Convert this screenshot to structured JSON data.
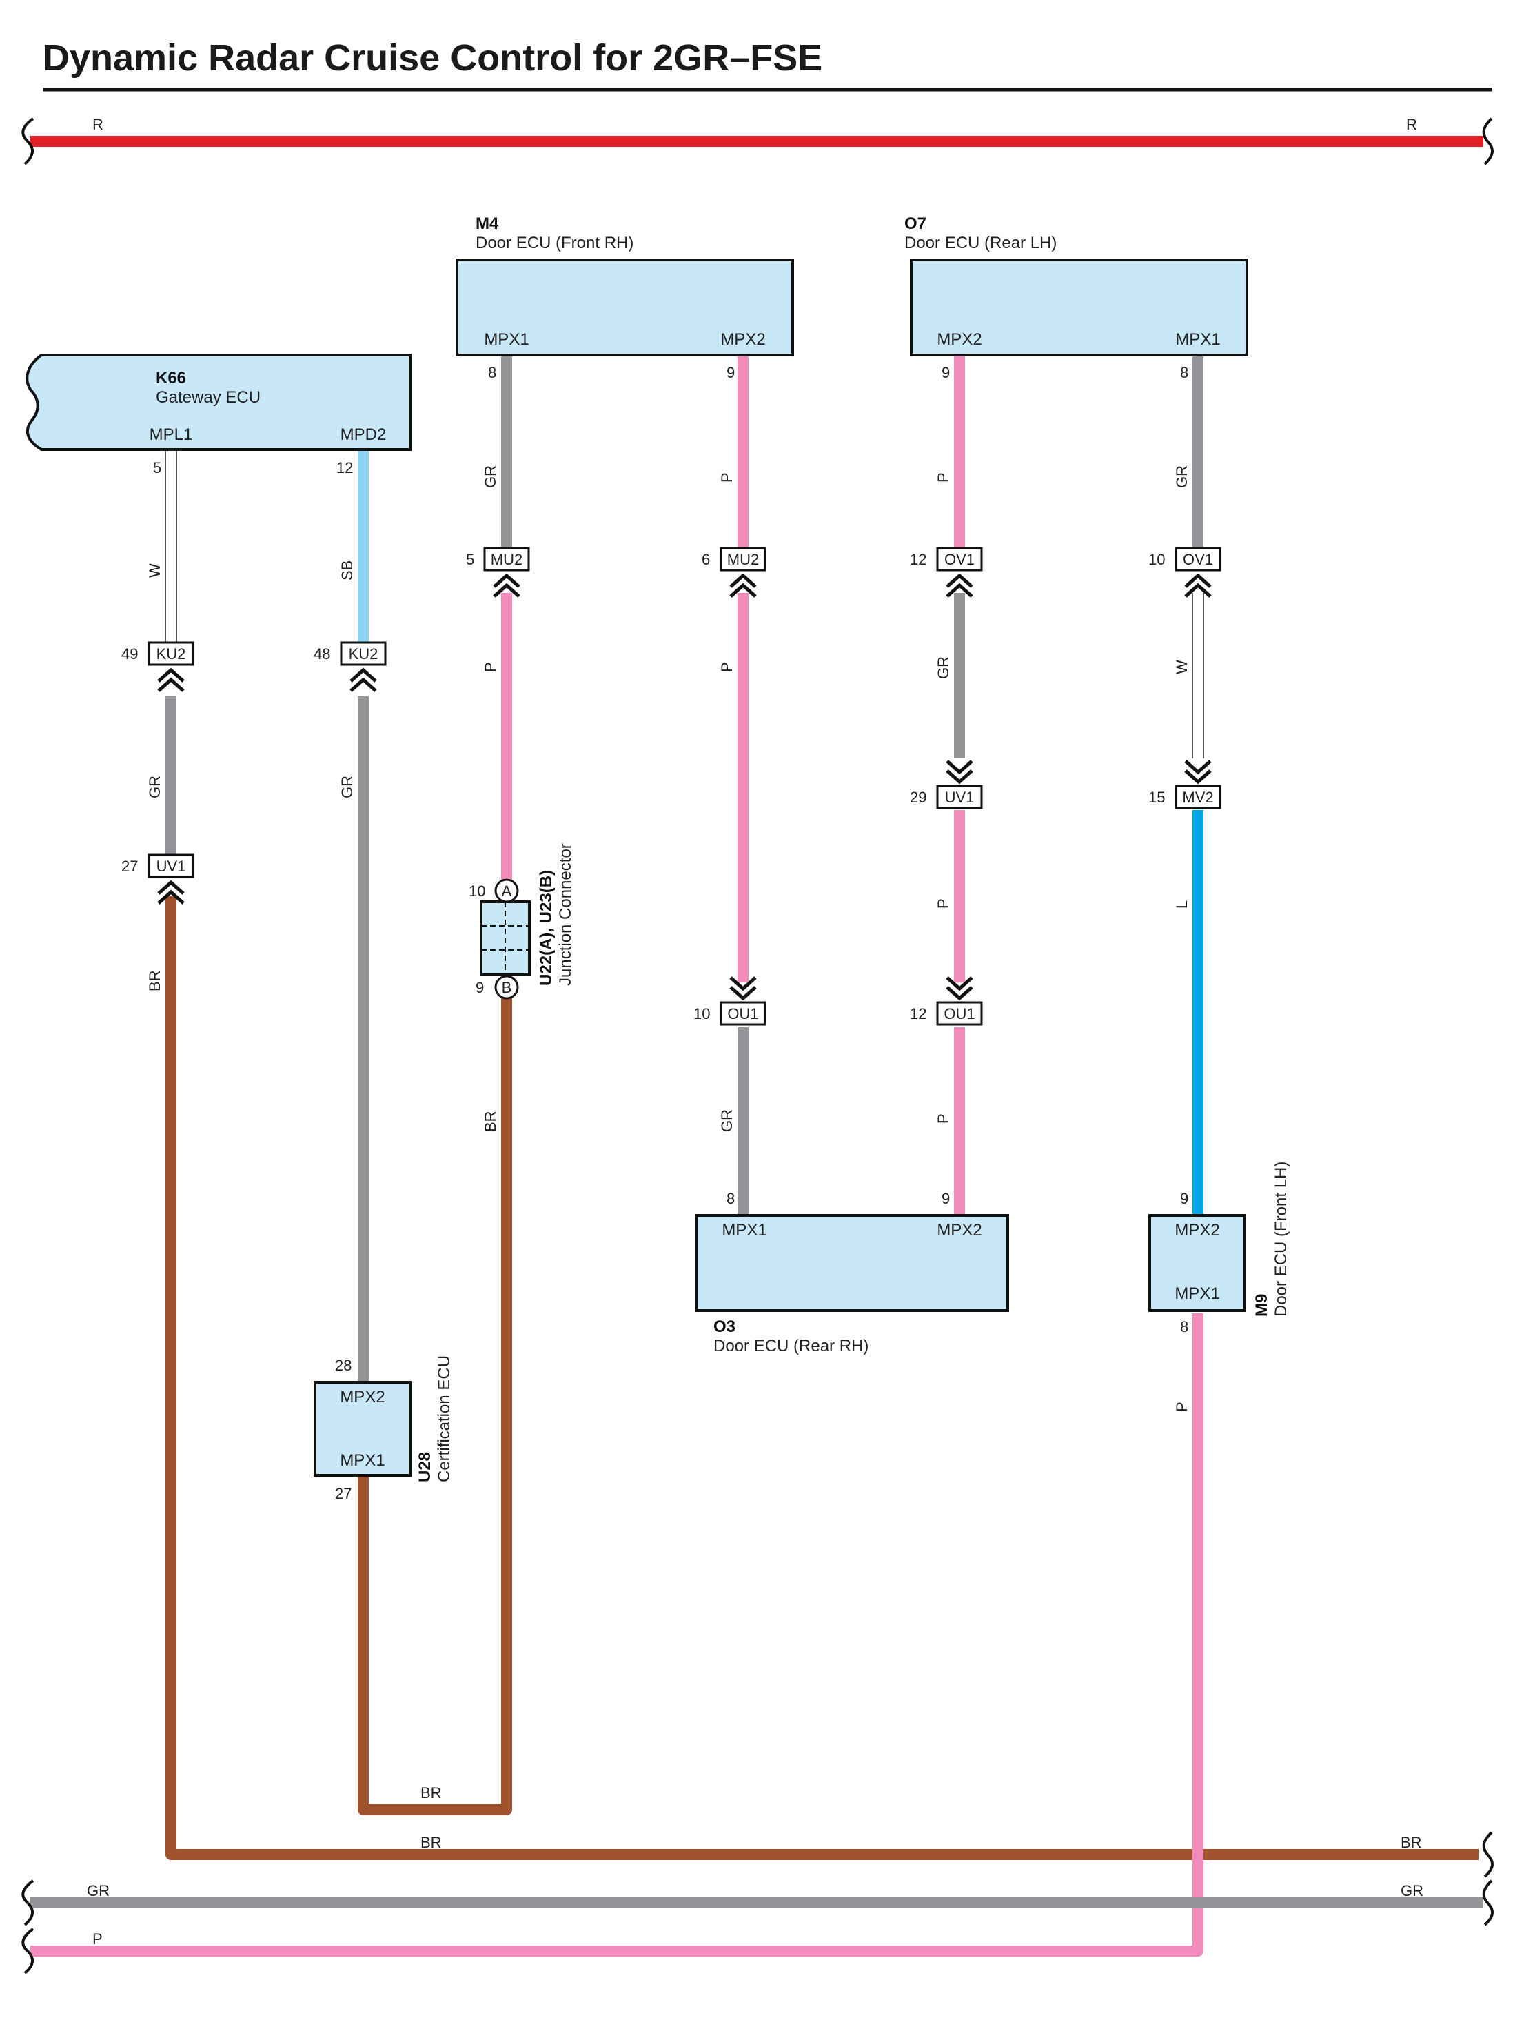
{
  "title": "Dynamic Radar Cruise Control for 2GR–FSE",
  "colors": {
    "R": "#e31e24",
    "GR": "#939598",
    "P": "#f08bbb",
    "BR": "#a0522d",
    "SB": "#8fd3f4",
    "L": "#00a6e6",
    "W": "#ffffff",
    "ecu_fill": "#c8e8f8"
  },
  "buses": {
    "r_left": "R",
    "r_right": "R",
    "br_mid": "BR",
    "br_bottom": "BR",
    "br_right": "BR",
    "gr_left": "GR",
    "gr_right": "GR",
    "p_left": "P"
  },
  "components": {
    "k66": {
      "id": "K66",
      "name": "Gateway ECU",
      "pin_a": "MPL1",
      "pin_b": "MPD2"
    },
    "m4": {
      "id": "M4",
      "name": "Door ECU (Front RH)",
      "pin_a": "MPX1",
      "pin_b": "MPX2"
    },
    "o7": {
      "id": "O7",
      "name": "Door ECU (Rear LH)",
      "pin_a": "MPX2",
      "pin_b": "MPX1"
    },
    "o3": {
      "id": "O3",
      "name": "Door ECU (Rear RH)",
      "pin_a": "MPX1",
      "pin_b": "MPX2"
    },
    "m9": {
      "id": "M9",
      "name": "Door ECU (Front LH)",
      "pin_a": "MPX2",
      "pin_b": "MPX1"
    },
    "u28": {
      "id": "U28",
      "name": "Certification ECU",
      "pin_a": "MPX2",
      "pin_b": "MPX1"
    },
    "jc": {
      "id": "U22(A), U23(B)",
      "name": "Junction Connector",
      "a": "A",
      "b": "B"
    }
  },
  "pins": {
    "k66_5": "5",
    "k66_12": "12",
    "m4_8": "8",
    "m4_9": "9",
    "o7_9": "9",
    "o7_8": "8",
    "o3_8": "8",
    "o3_9": "9",
    "m9_9": "9",
    "m9_8": "8",
    "u28_28": "28",
    "u28_27": "27",
    "jc_10": "10",
    "jc_9": "9"
  },
  "connectors": {
    "ku2_49": {
      "pin": "49",
      "name": "KU2"
    },
    "ku2_48": {
      "pin": "48",
      "name": "KU2"
    },
    "uv1_27": {
      "pin": "27",
      "name": "UV1"
    },
    "mu2_5": {
      "pin": "5",
      "name": "MU2"
    },
    "mu2_6": {
      "pin": "6",
      "name": "MU2"
    },
    "ov1_12": {
      "pin": "12",
      "name": "OV1"
    },
    "ov1_10": {
      "pin": "10",
      "name": "OV1"
    },
    "uv1_29": {
      "pin": "29",
      "name": "UV1"
    },
    "mv2_15": {
      "pin": "15",
      "name": "MV2"
    },
    "ou1_10": {
      "pin": "10",
      "name": "OU1"
    },
    "ou1_12": {
      "pin": "12",
      "name": "OU1"
    }
  },
  "wires": {
    "k66_a_top": "W",
    "k66_a_bot": "GR",
    "k66_a_low": "BR",
    "k66_b_top": "SB",
    "k66_b_bot": "GR",
    "m4_a_top": "GR",
    "m4_a_mid": "P",
    "m4_a_low": "BR",
    "m4_b_top": "P",
    "m4_b_mid": "P",
    "m4_b_low": "GR",
    "o7_a_top": "P",
    "o7_a_mid": "GR",
    "o7_a_low": "P",
    "o7_a_bot": "P",
    "o7_b_top": "GR",
    "o7_b_mid": "W",
    "o7_b_low": "L",
    "m9_down": "P"
  }
}
